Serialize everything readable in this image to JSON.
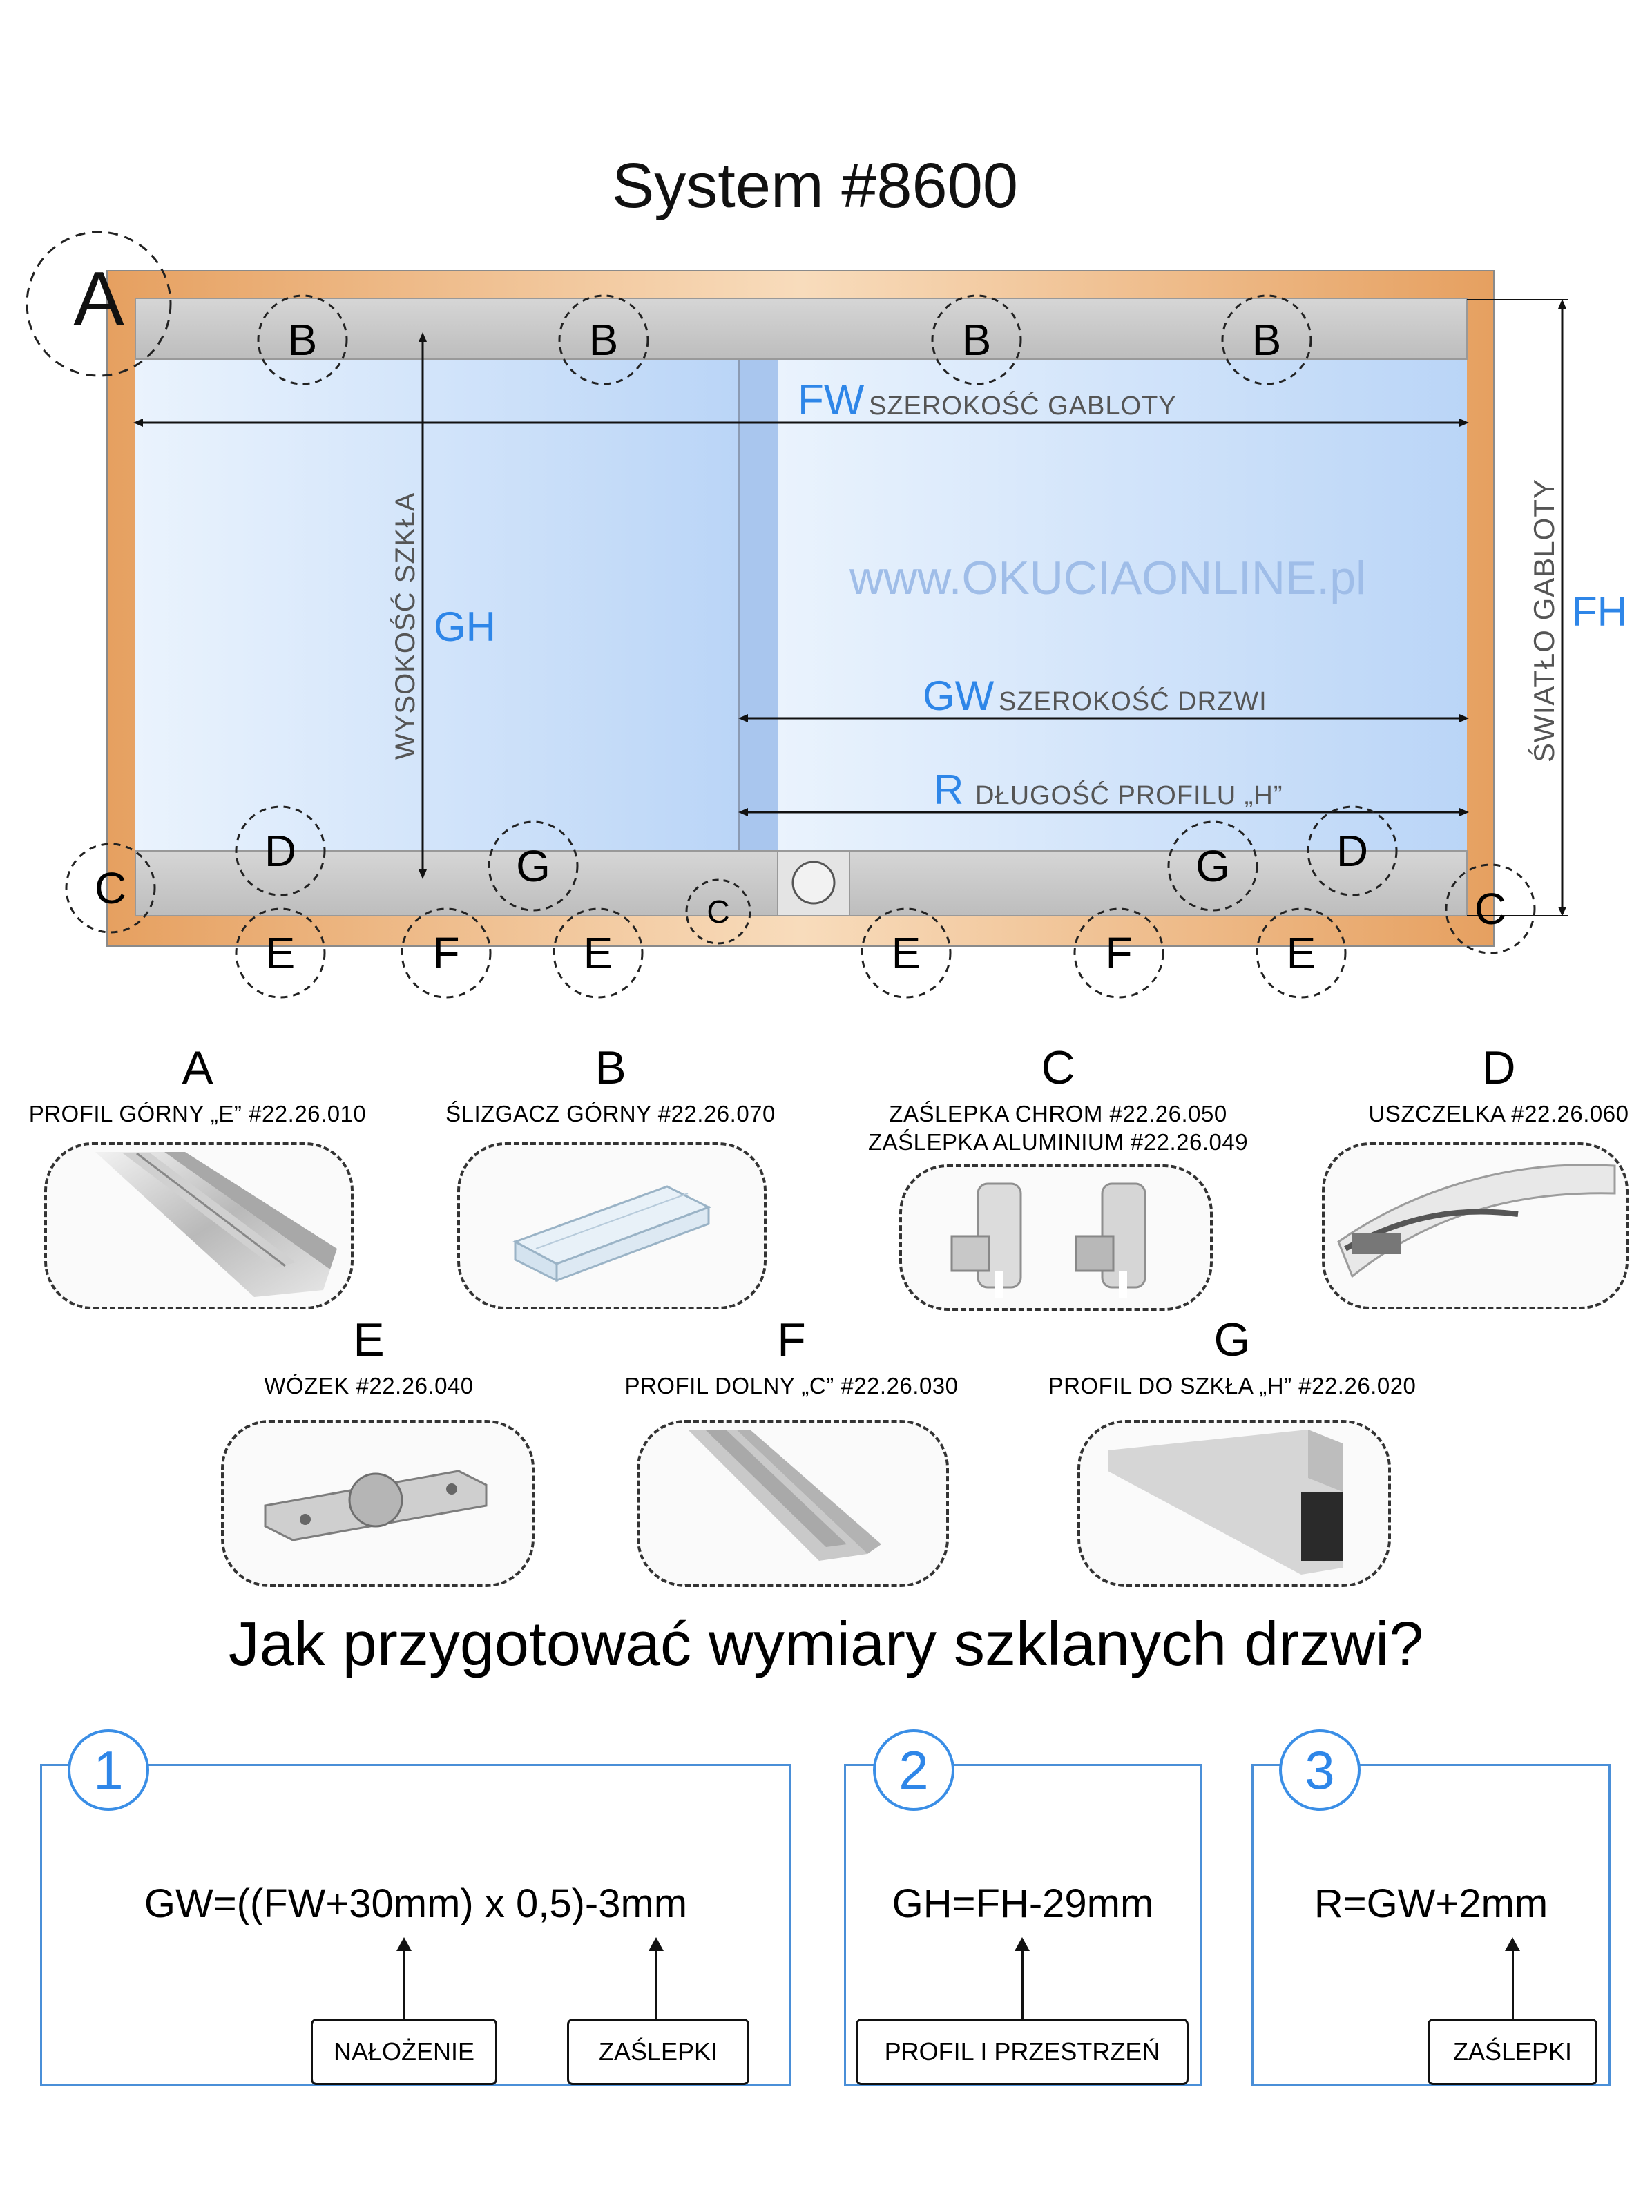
{
  "title": "System #8600",
  "diagram": {
    "corner_letter": "A",
    "fw": "FW",
    "fw_desc": "SZEROKOŚĆ GABLOTY",
    "gh": "GH",
    "gh_desc": "WYSOKOŚĆ SZKŁA",
    "gw": "GW",
    "gw_desc": "SZEROKOŚĆ DRZWI",
    "r": "R",
    "r_desc": "DŁUGOŚĆ PROFILU „H”",
    "fh": "FH",
    "fh_desc": "ŚWIATŁO GABLOTY",
    "watermark": "www.OKUCIAONLINE.pl",
    "top_markers": [
      "B",
      "B",
      "B",
      "B"
    ],
    "bottom_markers": [
      "C",
      "D",
      "G",
      "C",
      "G",
      "D",
      "C"
    ],
    "below_markers": [
      "E",
      "F",
      "E",
      "E",
      "F",
      "E"
    ]
  },
  "parts": [
    {
      "letter": "A",
      "label": "PROFIL GÓRNY „E” #22.26.010"
    },
    {
      "letter": "B",
      "label": "ŚLIZGACZ GÓRNY #22.26.070"
    },
    {
      "letter": "C",
      "label": "ZAŚLEPKA CHROM #22.26.050",
      "label2": "ZAŚLEPKA ALUMINIUM #22.26.049"
    },
    {
      "letter": "D",
      "label": "USZCZELKA #22.26.060"
    },
    {
      "letter": "E",
      "label": "WÓZEK #22.26.040"
    },
    {
      "letter": "F",
      "label": "PROFIL DOLNY „C” #22.26.030"
    },
    {
      "letter": "G",
      "label": "PROFIL DO SZKŁA „H” #22.26.020"
    }
  ],
  "question": "Jak przygotować wymiary szklanych drzwi?",
  "steps": [
    {
      "num": "1",
      "formula": "GW=((FW+30mm) x 0,5)-3mm",
      "notes": [
        "NAŁOŻENIE",
        "ZAŚLEPKI"
      ]
    },
    {
      "num": "2",
      "formula": "GH=FH-29mm",
      "notes": [
        "PROFIL I PRZESTRZEŃ"
      ]
    },
    {
      "num": "3",
      "formula": "R=GW+2mm",
      "notes": [
        "ZAŚLEPKI"
      ]
    }
  ],
  "colors": {
    "frame": "#e9a565",
    "frame_light": "#f7d8b6",
    "rail": "#c9c9c9",
    "glass": "#c9defa",
    "accent": "#2e86e8",
    "separator": "#a9c6ee"
  }
}
